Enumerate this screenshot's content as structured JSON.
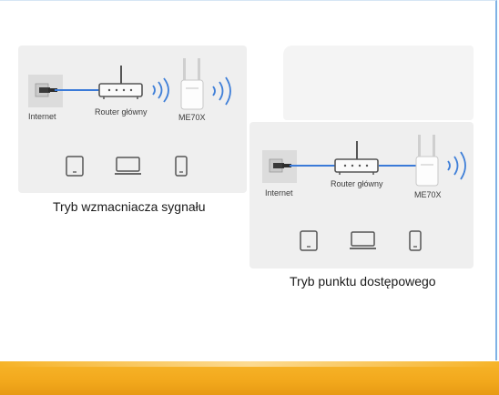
{
  "modes": [
    {
      "caption": "Tryb wzmacniacza sygnału",
      "internet_label": "Internet",
      "router_label": "Router główny",
      "device_label": "ME70X"
    },
    {
      "caption": "Tryb punktu dostępowego",
      "internet_label": "Internet",
      "router_label": "Router główny",
      "device_label": "ME70X"
    }
  ],
  "colors": {
    "cable": "#3a7ad8",
    "wifi": "#3f7fd8",
    "panel": "#efefef",
    "band": "#f2a81c",
    "frame": "#7fb2e5"
  }
}
